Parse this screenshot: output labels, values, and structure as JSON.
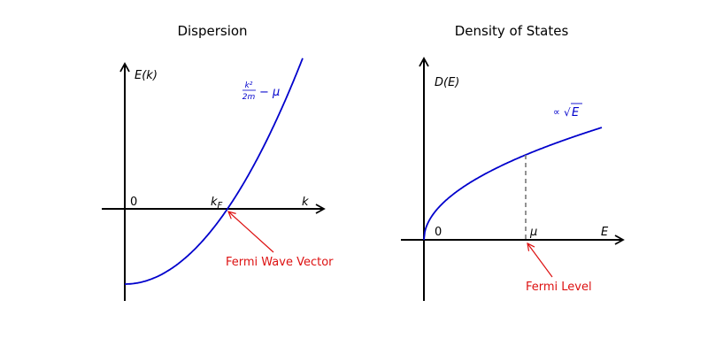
{
  "colors": {
    "curve": "#0000cc",
    "annotation": "#dd1111",
    "axis": "#000000",
    "dashed": "#777777"
  },
  "dispersion": {
    "title": "Dispersion",
    "y_axis_label": "E(k)",
    "x_axis_label": "k",
    "origin_label": "0",
    "kf_label_main": "k",
    "kf_label_sub": "F",
    "formula_num": "k²",
    "formula_den": "2m",
    "formula_rest": "− μ",
    "annotation": "Fermi Wave Vector"
  },
  "density_of_states": {
    "title": "Density of States",
    "y_axis_label": "D(E)",
    "x_axis_label": "E",
    "origin_label": "0",
    "mu_label": "μ",
    "prop_symbol": "∝",
    "sqrt_symbol": "√",
    "sqrt_arg": "E",
    "annotation": "Fermi Level"
  }
}
